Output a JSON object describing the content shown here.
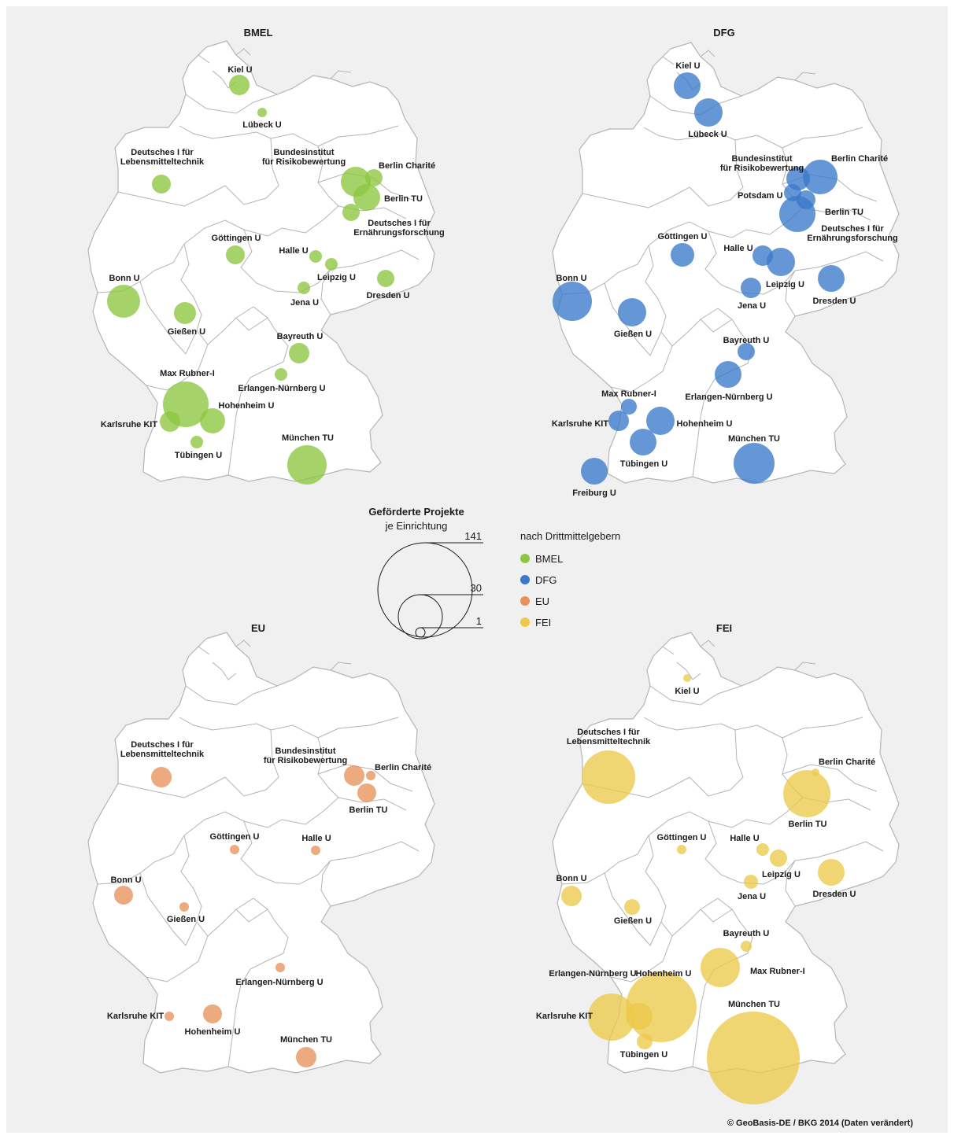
{
  "colors": {
    "BMEL": "#8dc63f",
    "DFG": "#3a78c9",
    "EU": "#e8925a",
    "FEI": "#ecc94b",
    "land": "#ffffff",
    "border": "#b4b4b4"
  },
  "maps": [
    {
      "id": "bmel",
      "title": "BMEL",
      "color_key": "BMEL",
      "places": [
        {
          "name": "Kiel U"
        },
        {
          "name": "Lübeck U"
        },
        {
          "name": "Deutsches I für\nLebensmitteltechnik"
        },
        {
          "name": "Bundesinstitut\nfür Risikobewertung"
        },
        {
          "name": "Berlin Charité"
        },
        {
          "name": "Berlin TU"
        },
        {
          "name": "Deutsches I für\nErnährungsforschung"
        },
        {
          "name": "Göttingen U"
        },
        {
          "name": "Halle U"
        },
        {
          "name": "Leipzig U"
        },
        {
          "name": "Bonn U"
        },
        {
          "name": "Jena U"
        },
        {
          "name": "Dresden U"
        },
        {
          "name": "Gießen U"
        },
        {
          "name": "Bayreuth U"
        },
        {
          "name": "Max Rubner-I"
        },
        {
          "name": "Erlangen-Nürnberg U"
        },
        {
          "name": "Hohenheim U"
        },
        {
          "name": "Karlsruhe KIT"
        },
        {
          "name": "Tübingen U"
        },
        {
          "name": "München TU"
        }
      ]
    },
    {
      "id": "dfg",
      "title": "DFG",
      "color_key": "DFG",
      "places": [
        {
          "name": "Kiel U"
        },
        {
          "name": "Lübeck U"
        },
        {
          "name": "Bundesinstitut\nfür Risikobewertung"
        },
        {
          "name": "Berlin Charité"
        },
        {
          "name": "Potsdam U"
        },
        {
          "name": "Berlin TU"
        },
        {
          "name": "Deutsches I für\nErnährungsforschung"
        },
        {
          "name": "Göttingen U"
        },
        {
          "name": "Halle U"
        },
        {
          "name": "Bonn U"
        },
        {
          "name": "Leipzig U"
        },
        {
          "name": "Dresden U"
        },
        {
          "name": "Jena U"
        },
        {
          "name": "Gießen U"
        },
        {
          "name": "Bayreuth U"
        },
        {
          "name": "Max Rubner-I"
        },
        {
          "name": "Erlangen-Nürnberg U"
        },
        {
          "name": "Karlsruhe KIT"
        },
        {
          "name": "Hohenheim U"
        },
        {
          "name": "München TU"
        },
        {
          "name": "Tübingen U"
        },
        {
          "name": "Freiburg U"
        }
      ]
    },
    {
      "id": "eu",
      "title": "EU",
      "color_key": "EU",
      "places": [
        {
          "name": "Deutsches I für\nLebensmitteltechnik"
        },
        {
          "name": "Bundesinstitut\nfür Risikobewertung"
        },
        {
          "name": "Berlin Charité"
        },
        {
          "name": "Berlin TU"
        },
        {
          "name": "Göttingen U"
        },
        {
          "name": "Halle U"
        },
        {
          "name": "Bonn U"
        },
        {
          "name": "Gießen U"
        },
        {
          "name": "Erlangen-Nürnberg U"
        },
        {
          "name": "Karlsruhe KIT"
        },
        {
          "name": "Hohenheim U"
        },
        {
          "name": "München TU"
        }
      ]
    },
    {
      "id": "fei",
      "title": "FEI",
      "color_key": "FEI",
      "places": [
        {
          "name": "Kiel U"
        },
        {
          "name": "Deutsches I für\nLebensmitteltechnik"
        },
        {
          "name": "Berlin Charité"
        },
        {
          "name": "Berlin TU"
        },
        {
          "name": "Göttingen U"
        },
        {
          "name": "Halle U"
        },
        {
          "name": "Bonn U"
        },
        {
          "name": "Leipzig U"
        },
        {
          "name": "Dresden U"
        },
        {
          "name": "Jena U"
        },
        {
          "name": "Gießen U"
        },
        {
          "name": "Bayreuth U"
        },
        {
          "name": "Max Rubner-I"
        },
        {
          "name": "Hohenheim U"
        },
        {
          "name": "Erlangen-Nürnberg U"
        },
        {
          "name": "Karlsruhe KIT"
        },
        {
          "name": "München TU"
        },
        {
          "name": "Tübingen U"
        }
      ]
    }
  ],
  "legend": {
    "size_title": "Geförderte Projekte",
    "size_subtitle": "je Einrichtung",
    "size_values": [
      "141",
      "30",
      "1"
    ],
    "color_title": "nach Drittmittelgebern",
    "color_items": [
      "BMEL",
      "DFG",
      "EU",
      "FEI"
    ]
  },
  "copyright": "© GeoBasis-DE / BKG 2014 (Daten verändert)"
}
